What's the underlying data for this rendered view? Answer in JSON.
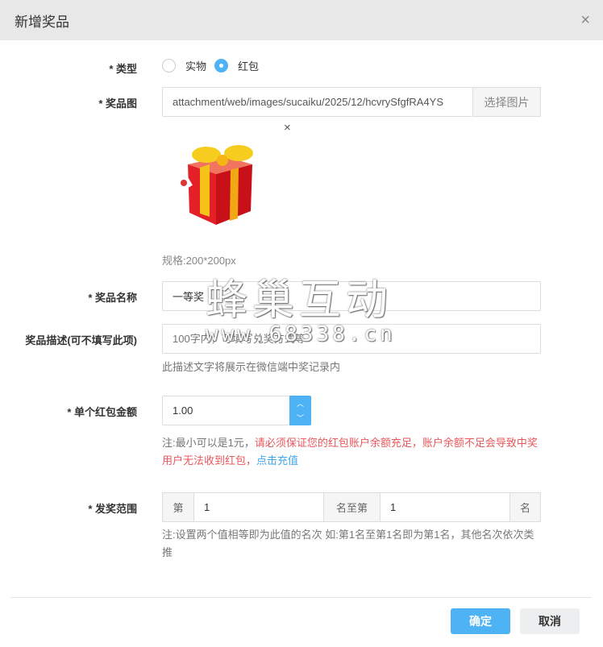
{
  "dialog": {
    "title": "新增奖品",
    "close_icon": "×"
  },
  "type_field": {
    "label": "* 类型",
    "options": [
      {
        "label": "实物",
        "selected": false
      },
      {
        "label": "红包",
        "selected": true
      }
    ]
  },
  "image_field": {
    "label": "* 奖品图",
    "value": "attachment/web/images/sucaiku/2025/12/hcvrySfgfRA4YS",
    "button": "选择图片",
    "remove_icon": "×",
    "spec": "规格:200*200px"
  },
  "name_field": {
    "label": "* 奖品名称",
    "value": "一等奖"
  },
  "desc_field": {
    "label": "奖品描述(可不填写此项)",
    "placeholder": "100字内，可填写兑奖方式等",
    "help": "此描述文字将展示在微信端中奖记录内"
  },
  "amount_field": {
    "label": "* 单个红包金额",
    "value": "1.00",
    "help_gray": "注:最小可以是1元，",
    "help_red": "请必须保证您的红包账户余额充足，账户余额不足会导致中奖用户无法收到红包，",
    "help_link": "点击充值"
  },
  "range_field": {
    "label": "* 发奖范围",
    "prefix": "第",
    "from": "1",
    "middle": "名至第",
    "to": "1",
    "suffix": "名",
    "help": "注:设置两个值相等即为此值的名次 如:第1名至第1名即为第1名，其他名次依次类推"
  },
  "footer": {
    "confirm": "确定",
    "cancel": "取消"
  },
  "watermark": {
    "line1": "蜂巢互动",
    "line2": "www.68338.cn"
  },
  "colors": {
    "primary": "#4db3f4",
    "danger": "#e9575b",
    "link": "#3ea7ea"
  }
}
